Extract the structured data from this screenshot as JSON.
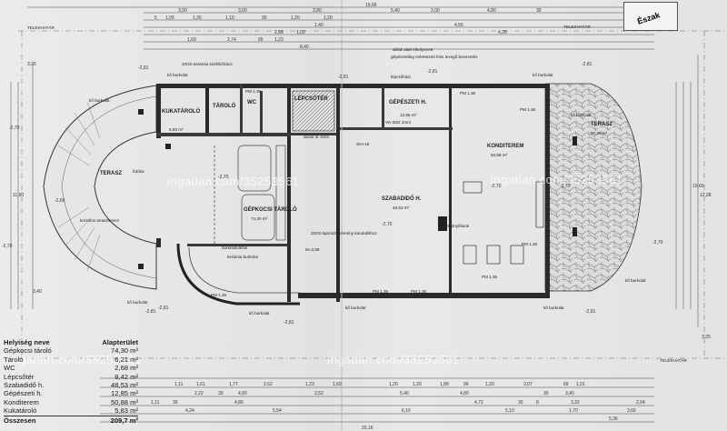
{
  "north_label": "Észak",
  "boundary_label": "TELEKHATÁR",
  "watermark": "ingatlan.com/35253561",
  "rooms": {
    "gepkocsi_top": "GÉPKOCSI TÁROLÓ",
    "gepkocsi": "GÉPKOCSI TÁROLÓ",
    "kukatarolo": "KUKATÁROLÓ",
    "tarolo": "TÁROLÓ",
    "wc": "WC",
    "lepcsoter": "LÉPCSŐTÉR",
    "gepeszeti": "GÉPÉSZETI H.",
    "szabadido": "SZABADIDŐ H.",
    "konditerem": "KONDITEREM",
    "terasz_left": "TERASZ",
    "terasz_right": "TERASZ"
  },
  "room_areas": {
    "gepeszeti": "12,85 m²",
    "szabadido": "48,53 m²",
    "konditerem": "50,88 m²",
    "terasz_right": "90,28 m²",
    "kukatarolo": "5,83 m²",
    "gepkocsi": "74,30 m²"
  },
  "notes": {
    "ceramic_top": "20/20 kerámia szellőzőrács",
    "ko_burkolat": "kő burkolat",
    "ko_burkolat2": "kő burkolat",
    "ko_burkolat3": "kő burkolat",
    "ko_burkolat4": "kő burkolat",
    "ko_burkolat5": "kő burkolat",
    "ko_burkolat6": "kő burkolat",
    "ko_burkolat7": "kő burkolat",
    "ko_burkolat8": "kő burkolat",
    "ko_burkolat9": "kő burkolat",
    "fotoka": "fotóka",
    "korzolos": "korzolos teraszlemez",
    "burkolatvaltas": "burkolatváltás",
    "keramia_burkolat": "kerámia burkolat",
    "lap_oszlop": "20/20 lap/oszl. kémény kandallóhoz",
    "tisztito": "tisztítónyílások",
    "vk": "VK-36/2 2mm",
    "sih": "SIH-18",
    "aknar": "aknár ill. szint",
    "utepitett": "lépcsőházi",
    "egyes": "gépészetileg méretezett friss levegő bevezetés",
    "ablak_alatt": "ablak alatt elhelyezett",
    "m_n": "M=3,98"
  },
  "wall_codes": {
    "pm1": "PM 1.36",
    "pm2": "PM 1.36",
    "pm3": "PM 1.36",
    "pm4": "PM 1.36",
    "pm5": "PM 1.36",
    "pm6": "PM 1.36",
    "pm7": "PM 1.36",
    "pm8": "PM 1.36"
  },
  "dims_top": {
    "total": "19,66",
    "a": "3,00",
    "b": "3,00",
    "c": "3,80",
    "d": "5,40",
    "e": "3,00",
    "f": "4,80",
    "g": "30",
    "h": "5",
    "i": "1,05",
    "j": "1,35",
    "k": "1,10",
    "l": "90",
    "m": "1,20",
    "n": "1,20",
    "o": "1,69",
    "p": "2,74",
    "q": "95",
    "r": "1,23",
    "s": "4,56",
    "t": "4,28",
    "u": "1,02",
    "v": "1,40",
    "w": "8,40",
    "x": "2,68"
  },
  "dims_bottom": {
    "a": "1,11",
    "b": "1,61",
    "c": "1,77",
    "d": "2,62",
    "e": "1,23",
    "f": "1,69",
    "g": "1,20",
    "h": "1,20",
    "i": "1,88",
    "j": "96",
    "k": "1,20",
    "l": "3,07",
    "m": "69",
    "n": "1,01",
    "o": "2,22",
    "p": "30",
    "q": "4,80",
    "r": "2,52",
    "s": "5,40",
    "t": "4,80",
    "u": "30",
    "v": "3,40",
    "w": "1,11",
    "x": "30",
    "y": "4,80",
    "z": "4,72",
    "aa": "30",
    "bb": "8",
    "cc": "3,32",
    "dd": "2,04",
    "ee": "4,24",
    "ff": "5,54",
    "gg": "6,16",
    "hh": "1,70",
    "ii": "3,66",
    "jj": "5,10",
    "kk": "5,36",
    "ll": "20,16"
  },
  "dims_sides": {
    "l1": "-2,70",
    "l2": "-2,66",
    "l3": "-2,70",
    "l4": "-2,81",
    "l5": "-2,81",
    "l6": "-2,81",
    "r1": "-2,81",
    "r2": "-2,70",
    "r3": "-2,70",
    "r4": "-2,81",
    "r5": "-2,81",
    "r6": "-2,81",
    "c1": "-2,81",
    "c2": "-2,70",
    "c3": "-2,70",
    "c4": "-2,70",
    "v1": "3,25",
    "v2": "3,25",
    "v3": "10,60",
    "v4": "12,28",
    "v5": "11,60",
    "v6": "3,40"
  },
  "legend": {
    "header_name": "Helyiség neve",
    "header_area": "Alapterület",
    "rows": [
      {
        "name": "Gépkocsi tároló",
        "area": "74,30 m²"
      },
      {
        "name": "Tároló",
        "area": "6,21 m²"
      },
      {
        "name": "WC",
        "area": "2,68 m²"
      },
      {
        "name": "Lépcsőtér",
        "area": "8,42 m²"
      },
      {
        "name": "Szabadidő h.",
        "area": "48,53 m²"
      },
      {
        "name": "Gépészeti h.",
        "area": "12,85 m²"
      },
      {
        "name": "Konditerem",
        "area": "50,88 m²"
      },
      {
        "name": "Kukatároló",
        "area": "5,83 m²"
      }
    ],
    "total_name": "Összesen",
    "total_area": "209,7 m²"
  }
}
